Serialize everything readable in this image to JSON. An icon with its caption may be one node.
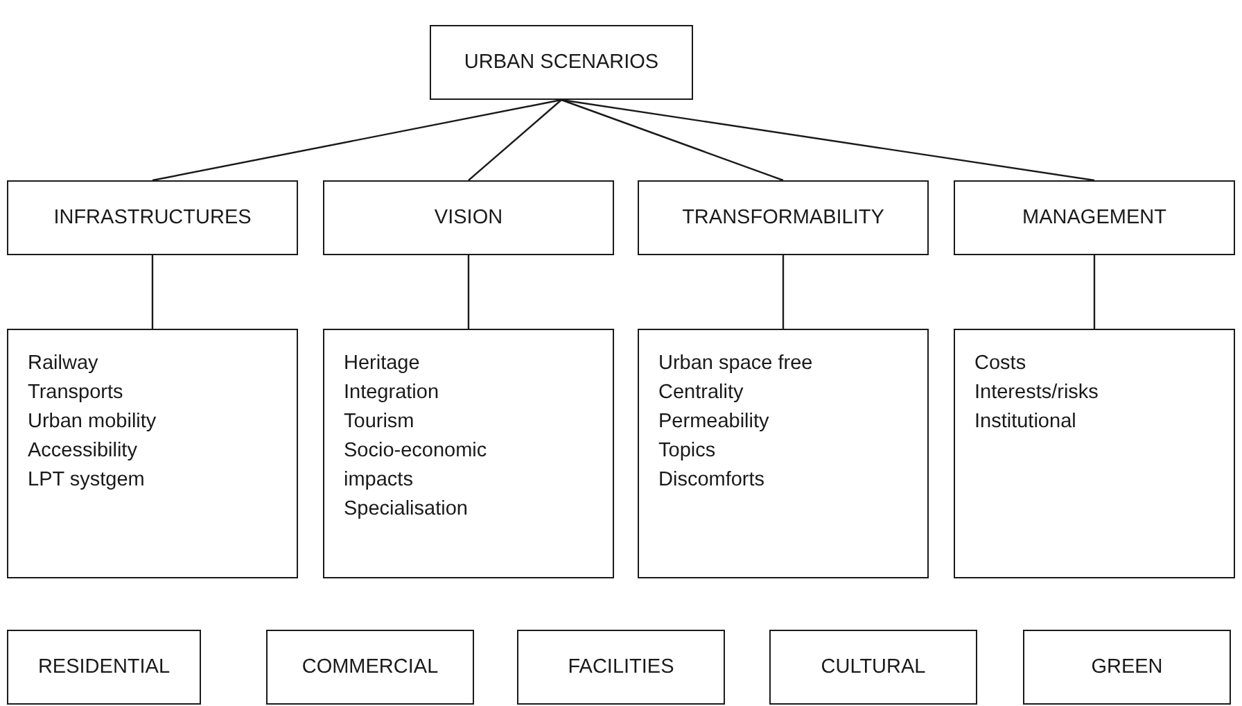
{
  "diagram": {
    "nodes": [
      {
        "text": [
          "URBAN SCENARIOS"
        ]
      },
      {
        "text": [
          "INFRASTRUCTURES"
        ]
      },
      {
        "text": [
          "VISION"
        ]
      },
      {
        "text": [
          "TRANSFORMABILITY"
        ]
      },
      {
        "text": [
          "MANAGEMENT"
        ]
      },
      {
        "text": [
          "Railway",
          "Transports",
          "Urban mobility",
          "Accessibility",
          "LPT systgem"
        ]
      },
      {
        "text": [
          "Heritage",
          "Integration",
          "Tourism",
          "Socio-economic impacts",
          "Specialisation"
        ]
      },
      {
        "text": [
          "Urban space free",
          "Centrality",
          "Permeability",
          "Topics",
          "Discomforts"
        ]
      },
      {
        "text": [
          "Costs",
          "Interests/risks",
          "Institutional"
        ]
      },
      {
        "text": [
          "RESIDENTIAL"
        ]
      },
      {
        "text": [
          "COMMERCIAL"
        ]
      },
      {
        "text": [
          "FACILITIES"
        ]
      },
      {
        "text": [
          "CULTURAL"
        ]
      },
      {
        "text": [
          "GREEN"
        ]
      }
    ],
    "edges": [
      {
        "from": 0,
        "to": 1,
        "arrow": "none"
      },
      {
        "from": 0,
        "to": 2,
        "arrow": "none"
      },
      {
        "from": 0,
        "to": 3,
        "arrow": "none"
      },
      {
        "from": 0,
        "to": 4,
        "arrow": "none"
      },
      {
        "from": 1,
        "to": 5,
        "arrow": "none"
      },
      {
        "from": 2,
        "to": 6,
        "arrow": "none"
      },
      {
        "from": 3,
        "to": 7,
        "arrow": "none"
      },
      {
        "from": 4,
        "to": 8,
        "arrow": "none"
      }
    ]
  }
}
